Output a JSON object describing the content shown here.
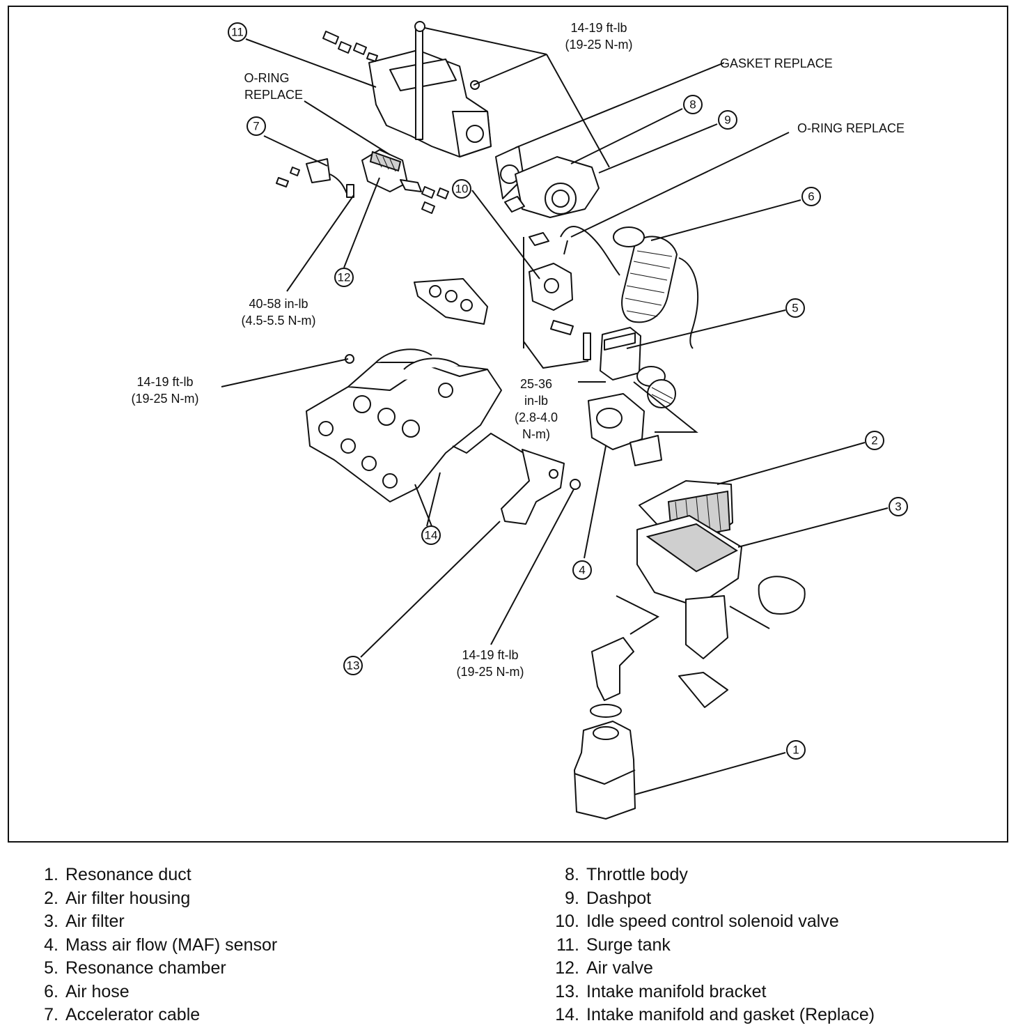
{
  "diagram": {
    "callouts": [
      {
        "num": "1"
      },
      {
        "num": "2"
      },
      {
        "num": "3"
      },
      {
        "num": "4"
      },
      {
        "num": "5"
      },
      {
        "num": "6"
      },
      {
        "num": "7"
      },
      {
        "num": "8"
      },
      {
        "num": "9"
      },
      {
        "num": "10"
      },
      {
        "num": "11"
      },
      {
        "num": "12"
      },
      {
        "num": "13"
      },
      {
        "num": "14"
      }
    ],
    "annotations": {
      "torque_top_1": "14-19 ft-lb",
      "torque_top_2": "(19-25 N-m)",
      "gasket_replace": "GASKET REPLACE",
      "oring_left_1": "O-RING",
      "oring_left_2": "REPLACE",
      "oring_right": "O-RING REPLACE",
      "air_valve_torque_1": "40-58 in-lb",
      "air_valve_torque_2": "(4.5-5.5 N-m)",
      "manifold_torque_1": "14-19 ft-lb",
      "manifold_torque_2": "(19-25 N-m)",
      "maf_torque_1": "25-36",
      "maf_torque_2": "in-lb",
      "maf_torque_3": "(2.8-4.0",
      "maf_torque_4": "N-m)",
      "bracket_torque_1": "14-19 ft-lb",
      "bracket_torque_2": "(19-25 N-m)"
    }
  },
  "legend": {
    "left": [
      {
        "num": "1.",
        "text": "Resonance duct"
      },
      {
        "num": "2.",
        "text": "Air filter housing"
      },
      {
        "num": "3.",
        "text": "Air filter"
      },
      {
        "num": "4.",
        "text": "Mass air flow (MAF) sensor"
      },
      {
        "num": "5.",
        "text": "Resonance chamber"
      },
      {
        "num": "6.",
        "text": "Air hose"
      },
      {
        "num": "7.",
        "text": "Accelerator cable"
      }
    ],
    "right": [
      {
        "num": "8.",
        "text": "Throttle body"
      },
      {
        "num": "9.",
        "text": "Dashpot"
      },
      {
        "num": "10.",
        "text": "Idle speed control solenoid valve"
      },
      {
        "num": "11.",
        "text": "Surge tank"
      },
      {
        "num": "12.",
        "text": "Air valve"
      },
      {
        "num": "13.",
        "text": "Intake manifold bracket"
      },
      {
        "num": "14.",
        "text": "Intake manifold and gasket (Replace)"
      }
    ]
  }
}
